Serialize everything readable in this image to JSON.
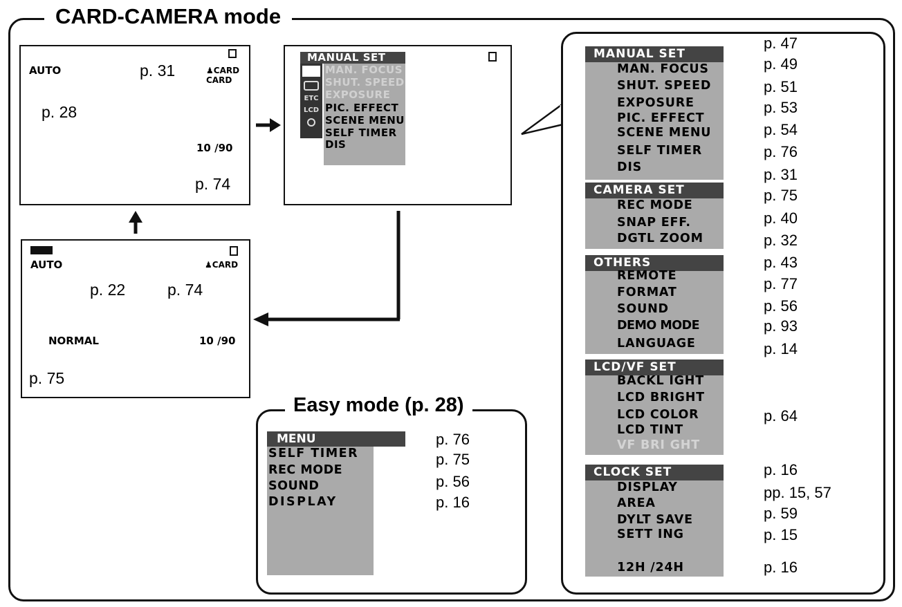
{
  "title": "CARD-CAMERA mode",
  "screen1": {
    "auto": "AUTO",
    "p31": "p. 31",
    "card": "CARD CARD",
    "p28": "p. 28",
    "count": "10 /90",
    "p74": "p. 74"
  },
  "screen2": {
    "header": "MANUAL SET",
    "items": [
      "MAN. FOCUS",
      "SHUT. SPEED",
      "EXPOSURE",
      "PIC. EFFECT",
      "SCENE  MENU",
      "SELF TIMER",
      "DIS"
    ],
    "side_icons": [
      "camera-icon",
      "camera-set-icon",
      "ETC",
      "LCD",
      "clock-icon"
    ]
  },
  "screen3": {
    "auto": "AUTO",
    "p22": "p. 22",
    "card": "CARD",
    "p74": "p. 74",
    "normal": "NORMAL",
    "count": "10 /90",
    "p75": "p. 75"
  },
  "right_panel": {
    "manual_set": {
      "header": "MANUAL SET",
      "header_page": "p. 47",
      "items": [
        {
          "label": "MAN. FOCUS",
          "page": "p. 49"
        },
        {
          "label": "SHUT. SPEED",
          "page": "p. 51"
        },
        {
          "label": "EXPOSURE",
          "page": "p. 53"
        },
        {
          "label": "PIC. EFFECT",
          "page": "p. 54"
        },
        {
          "label": "SCENE  MENU",
          "page": "p. 76"
        },
        {
          "label": "SELF TIMER",
          "page": "p. 31"
        },
        {
          "label": "DIS",
          "page": ""
        }
      ]
    },
    "camera_set": {
      "header": "CAMERA SET",
      "header_page": "p. 75",
      "items": [
        {
          "label": "REC MODE",
          "page": "p. 40"
        },
        {
          "label": "SNAP EFF.",
          "page": "p. 32"
        },
        {
          "label": "DGTL ZOOM",
          "page": ""
        }
      ]
    },
    "others": {
      "header": "OTHERS",
      "header_page": "p. 43",
      "items": [
        {
          "label": "REMOTE",
          "page": "p. 77"
        },
        {
          "label": "FORMAT",
          "page": "p. 56"
        },
        {
          "label": "SOUND",
          "page": "p. 93"
        },
        {
          "label": "DEMO MODE",
          "page": "p. 14"
        },
        {
          "label": "LANGUAGE",
          "page": ""
        }
      ]
    },
    "lcd_vf_set": {
      "header": "LCD/VF SET",
      "items": [
        "BACKL IGHT",
        "LCD BRIGHT",
        "LCD COLOR",
        "LCD  TINT",
        "VF  BRI GHT"
      ],
      "page": "p. 64"
    },
    "clock_set": {
      "header": "CLOCK SET",
      "header_page": "p. 16",
      "items": [
        {
          "label": "DISPLAY",
          "page": "pp. 15, 57"
        },
        {
          "label": "AREA",
          "page": "p. 59"
        },
        {
          "label": "DYLT SAVE",
          "page": "p. 15"
        },
        {
          "label": "SETT ING",
          "page": ""
        },
        {
          "label": "12H /24H",
          "page": "p. 16"
        }
      ]
    }
  },
  "easy_mode": {
    "title": "Easy mode (p. 28)",
    "header": "MENU",
    "items": [
      {
        "label": "SELF  TIMER",
        "page": "p. 76"
      },
      {
        "label": "REC MODE",
        "page": "p. 75"
      },
      {
        "label": "SOUND",
        "page": "p. 56"
      },
      {
        "label": "DISPLAY",
        "page": "p. 16"
      }
    ]
  }
}
